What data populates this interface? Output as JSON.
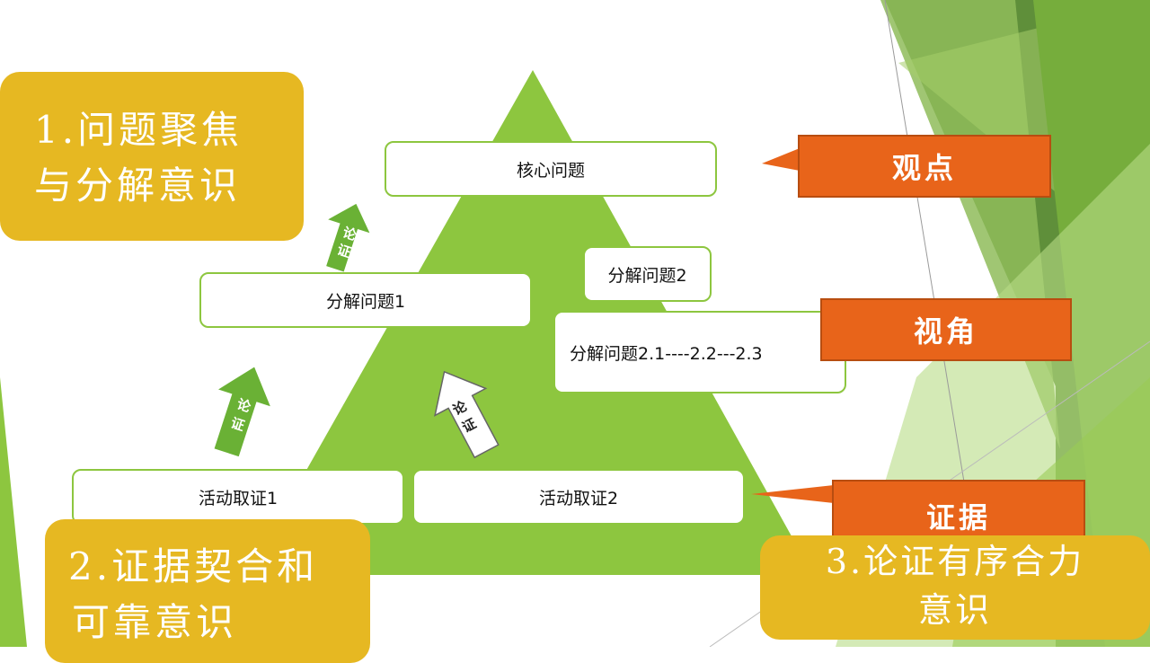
{
  "colors": {
    "triangle": "#8dc63f",
    "yellow_box": "#e6b822",
    "orange_callout": "#e8641a",
    "arrow_green": "#6ab135"
  },
  "title_box": {
    "line1": "1.问题聚焦",
    "line2": "与分解意识"
  },
  "evidence_box": {
    "line1": "2.证据契合和",
    "line2": "可靠意识"
  },
  "argument_box": {
    "line1": "3.论证有序合力",
    "line2": "意识"
  },
  "pyramid": {
    "core": "核心问题",
    "sub1": "分解问题1",
    "sub2": "分解问题2",
    "sub2_detail": "分解问题2.1----2.2---2.3",
    "evidence1": "活动取证1",
    "evidence2": "活动取证2"
  },
  "arrows": {
    "upper": "论证",
    "lower_left": "论证",
    "lower_right": "论证"
  },
  "callouts": {
    "viewpoint": "观点",
    "perspective": "视角",
    "evidence": "证据"
  }
}
